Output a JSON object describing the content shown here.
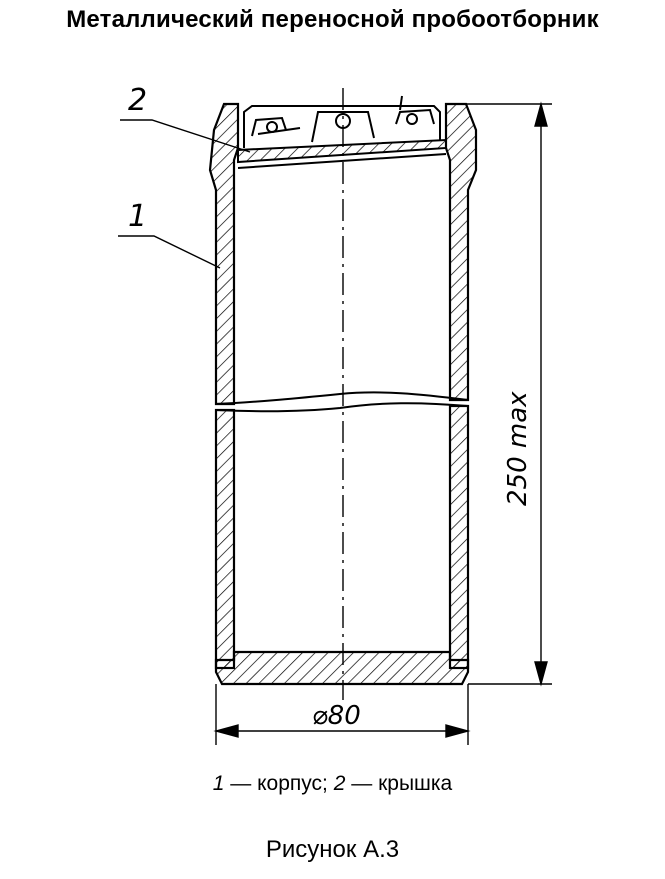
{
  "title": "Металлический переносной пробоотборник",
  "callouts": {
    "body": "1",
    "lid": "2"
  },
  "dimensions": {
    "height": "250 max",
    "diameter": "⌀80"
  },
  "legend": {
    "item1_num": "1",
    "item1_text": " — корпус; ",
    "item2_num": "2",
    "item2_text": " — крышка"
  },
  "figure_caption": "Рисунок А.3"
}
